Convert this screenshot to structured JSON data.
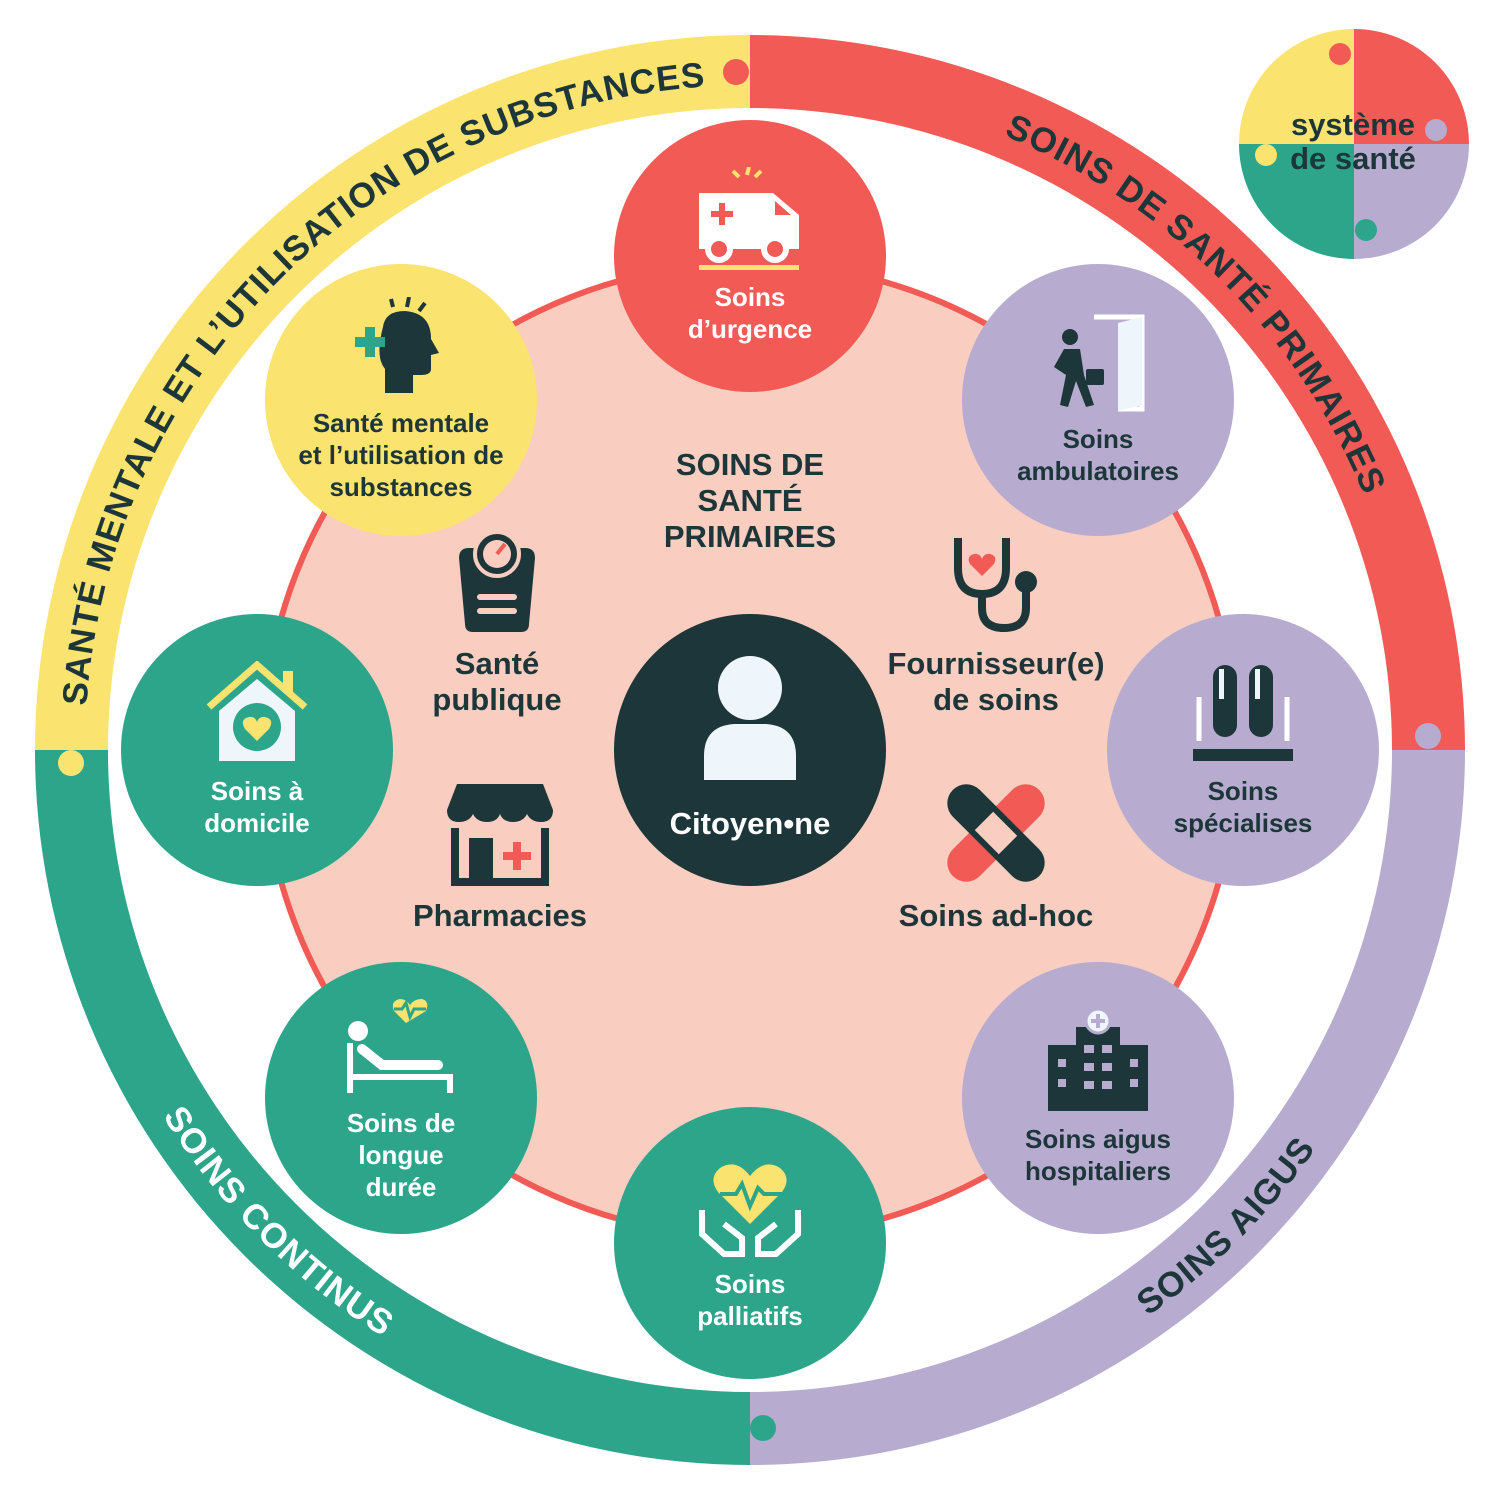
{
  "ring": {
    "mental_health": "SANTÉ MENTALE ET L’UTILISATION DE SUBSTANCES",
    "primary_care": "SOINS DE SANTÉ PRIMAIRES",
    "continuing_care": "SOINS CONTINUS",
    "acute_care": "SOINS AIGUS"
  },
  "legend": {
    "line1": "système",
    "line2": "de santé"
  },
  "center_title": [
    "SOINS DE",
    "SANTÉ",
    "PRIMAIRES"
  ],
  "citizen": "Citoyen•ne",
  "inner_items": {
    "public_health": [
      "Santé",
      "publique"
    ],
    "provider": [
      "Fournisseur(e)",
      "de soins"
    ],
    "pharmacies": "Pharmacies",
    "adhoc": "Soins ad-hoc"
  },
  "satellites": {
    "emergency": [
      "Soins",
      "d’urgence"
    ],
    "ambulatory": [
      "Soins",
      "ambulatoires"
    ],
    "specialized": [
      "Soins",
      "spécialises"
    ],
    "hospital": [
      "Soins aigus",
      "hospitaliers"
    ],
    "palliative": [
      "Soins",
      "palliatifs"
    ],
    "long_term": [
      "Soins de",
      "longue",
      "durée"
    ],
    "home": [
      "Soins à",
      "domicile"
    ],
    "mental": [
      "Santé mentale",
      "et l’utilisation de",
      "substances"
    ]
  },
  "colors": {
    "red": "#F25A55",
    "yellow": "#FAE36F",
    "green": "#2CA58B",
    "purple": "#B7ACD0",
    "dark": "#1D3639",
    "pink": "#F9CDBF"
  }
}
